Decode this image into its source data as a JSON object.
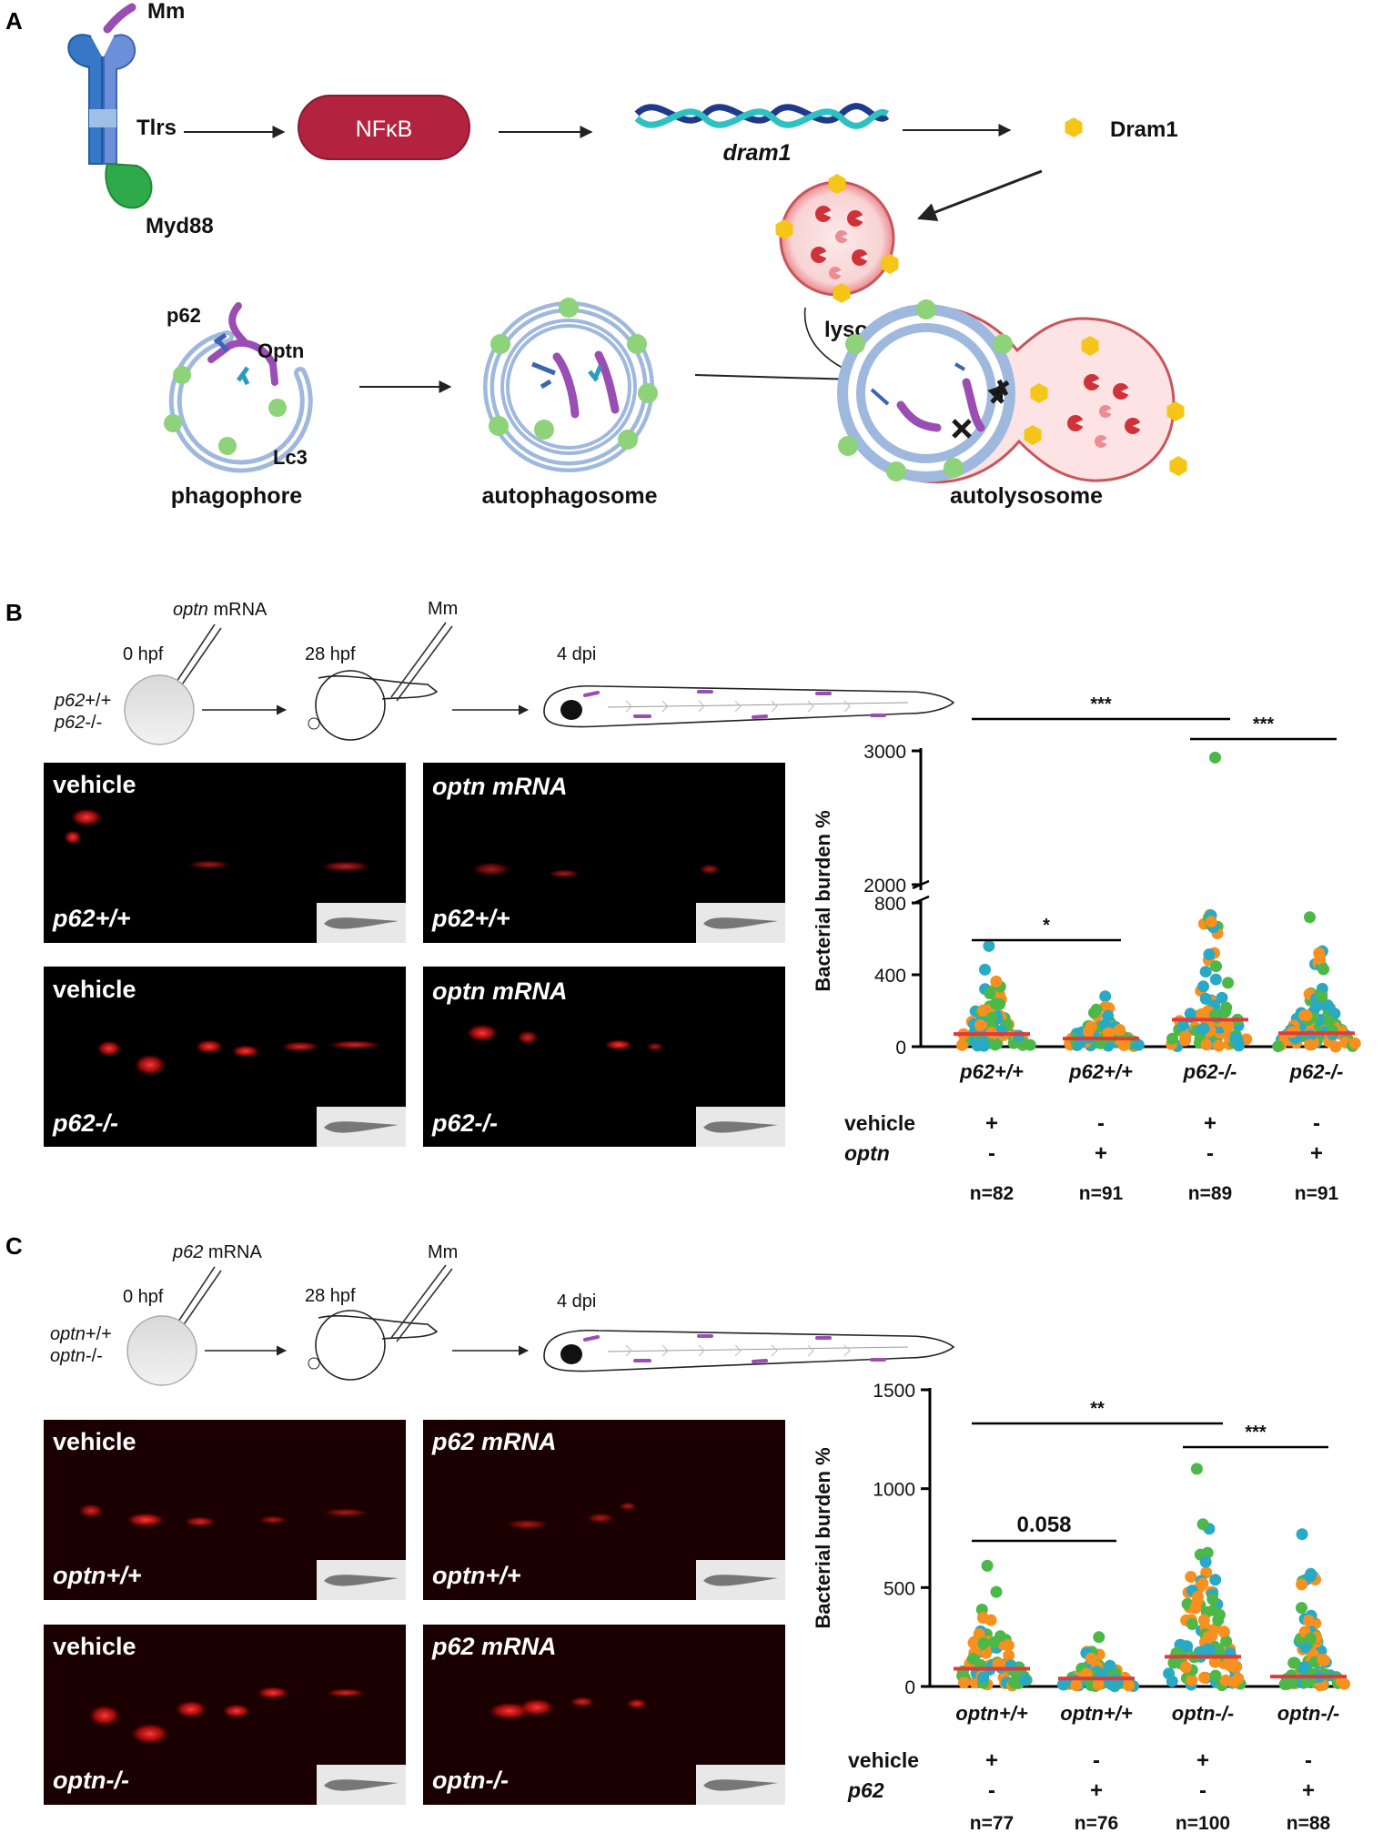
{
  "panel_a": {
    "label": "A",
    "mm": "Mm",
    "tlrs": "Tlrs",
    "myd88": "Myd88",
    "nfkb": "NFκB",
    "dram1_gene": "dram1",
    "dram1_protein": "Dram1",
    "p62": "p62",
    "optn": "Optn",
    "lc3": "Lc3",
    "lysosome": "lysosome",
    "phagophore": "phagophore",
    "autophagosome": "autophagosome",
    "autolysosome": "autolysosome"
  },
  "panel_b": {
    "label": "B",
    "schematic": {
      "injection": "optn",
      "injection_suffix": " mRNA",
      "t0": "0 hpf",
      "t1": "28 hpf",
      "t2": "4 dpi",
      "mm": "Mm",
      "geno1": "p62",
      "geno1_suffix": "+/+",
      "geno2": "p62",
      "geno2_suffix": "-/-"
    },
    "images": [
      {
        "treatment": "vehicle",
        "genotype": "p62+/+"
      },
      {
        "treatment": "optn mRNA",
        "genotype": "p62+/+"
      },
      {
        "treatment": "vehicle",
        "genotype": "p62-/-"
      },
      {
        "treatment": "optn mRNA",
        "genotype": "p62-/-"
      }
    ],
    "row_labels": {
      "vehicle": "vehicle",
      "treatment": "optn"
    }
  },
  "panel_c": {
    "label": "C",
    "schematic": {
      "injection": "p62",
      "injection_suffix": " mRNA",
      "t0": "0 hpf",
      "t1": "28 hpf",
      "t2": "4 dpi",
      "mm": "Mm",
      "geno1": "optn",
      "geno1_suffix": "+/+",
      "geno2": "optn",
      "geno2_suffix": "-/-"
    },
    "images": [
      {
        "treatment": "vehicle",
        "genotype": "optn+/+"
      },
      {
        "treatment": "p62 mRNA",
        "genotype": "optn+/+"
      },
      {
        "treatment": "vehicle",
        "genotype": "optn-/-"
      },
      {
        "treatment": "p62 mRNA",
        "genotype": "optn-/-"
      }
    ],
    "row_labels": {
      "vehicle": "vehicle",
      "treatment": "p62"
    }
  },
  "chart_data": [
    {
      "type": "scatter",
      "panel": "B",
      "ylabel": "Bacterial burden %",
      "y_axis_break": [
        800,
        2000
      ],
      "yticks": [
        0,
        400,
        800,
        2000,
        3000
      ],
      "categories": [
        "p62+/+",
        "p62+/+",
        "p62-/-",
        "p62-/-"
      ],
      "vehicle": [
        "+",
        "-",
        "+",
        "-"
      ],
      "treatment": [
        "-",
        "+",
        "-",
        "+"
      ],
      "n": [
        "n=82",
        "n=91",
        "n=89",
        "n=91"
      ],
      "medians": [
        70,
        45,
        150,
        75
      ],
      "max_values": [
        560,
        280,
        2950,
        720
      ],
      "significance": [
        {
          "from": 0,
          "to": 2,
          "label": "***"
        },
        {
          "from": 2,
          "to": 3,
          "label": "***"
        },
        {
          "from": 0,
          "to": 1,
          "label": "*"
        }
      ],
      "point_colors": [
        "#f7901e",
        "#2aa9c4",
        "#4cb848"
      ],
      "median_color": "#e0393e"
    },
    {
      "type": "scatter",
      "panel": "C",
      "ylabel": "Bacterial burden %",
      "ylim": [
        0,
        1500
      ],
      "yticks": [
        0,
        500,
        1000,
        1500
      ],
      "categories": [
        "optn+/+",
        "optn+/+",
        "optn-/-",
        "optn-/-"
      ],
      "vehicle": [
        "+",
        "-",
        "+",
        "-"
      ],
      "treatment": [
        "-",
        "+",
        "-",
        "+"
      ],
      "n": [
        "n=77",
        "n=76",
        "n=100",
        "n=88"
      ],
      "medians": [
        90,
        40,
        150,
        50
      ],
      "max_values": [
        610,
        250,
        1100,
        770
      ],
      "significance": [
        {
          "from": 0,
          "to": 2,
          "label": "**"
        },
        {
          "from": 2,
          "to": 3,
          "label": "***"
        },
        {
          "from": 0,
          "to": 1,
          "label": "0.058"
        }
      ],
      "point_colors": [
        "#f7901e",
        "#2aa9c4",
        "#4cb848"
      ],
      "median_color": "#e0393e"
    }
  ]
}
